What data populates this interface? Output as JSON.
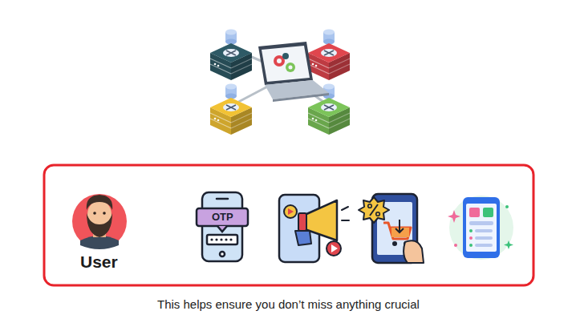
{
  "diagram": {
    "caption": "This helps ensure you don’t miss anything crucial",
    "labels": [
      "User",
      "OTP"
    ]
  }
}
